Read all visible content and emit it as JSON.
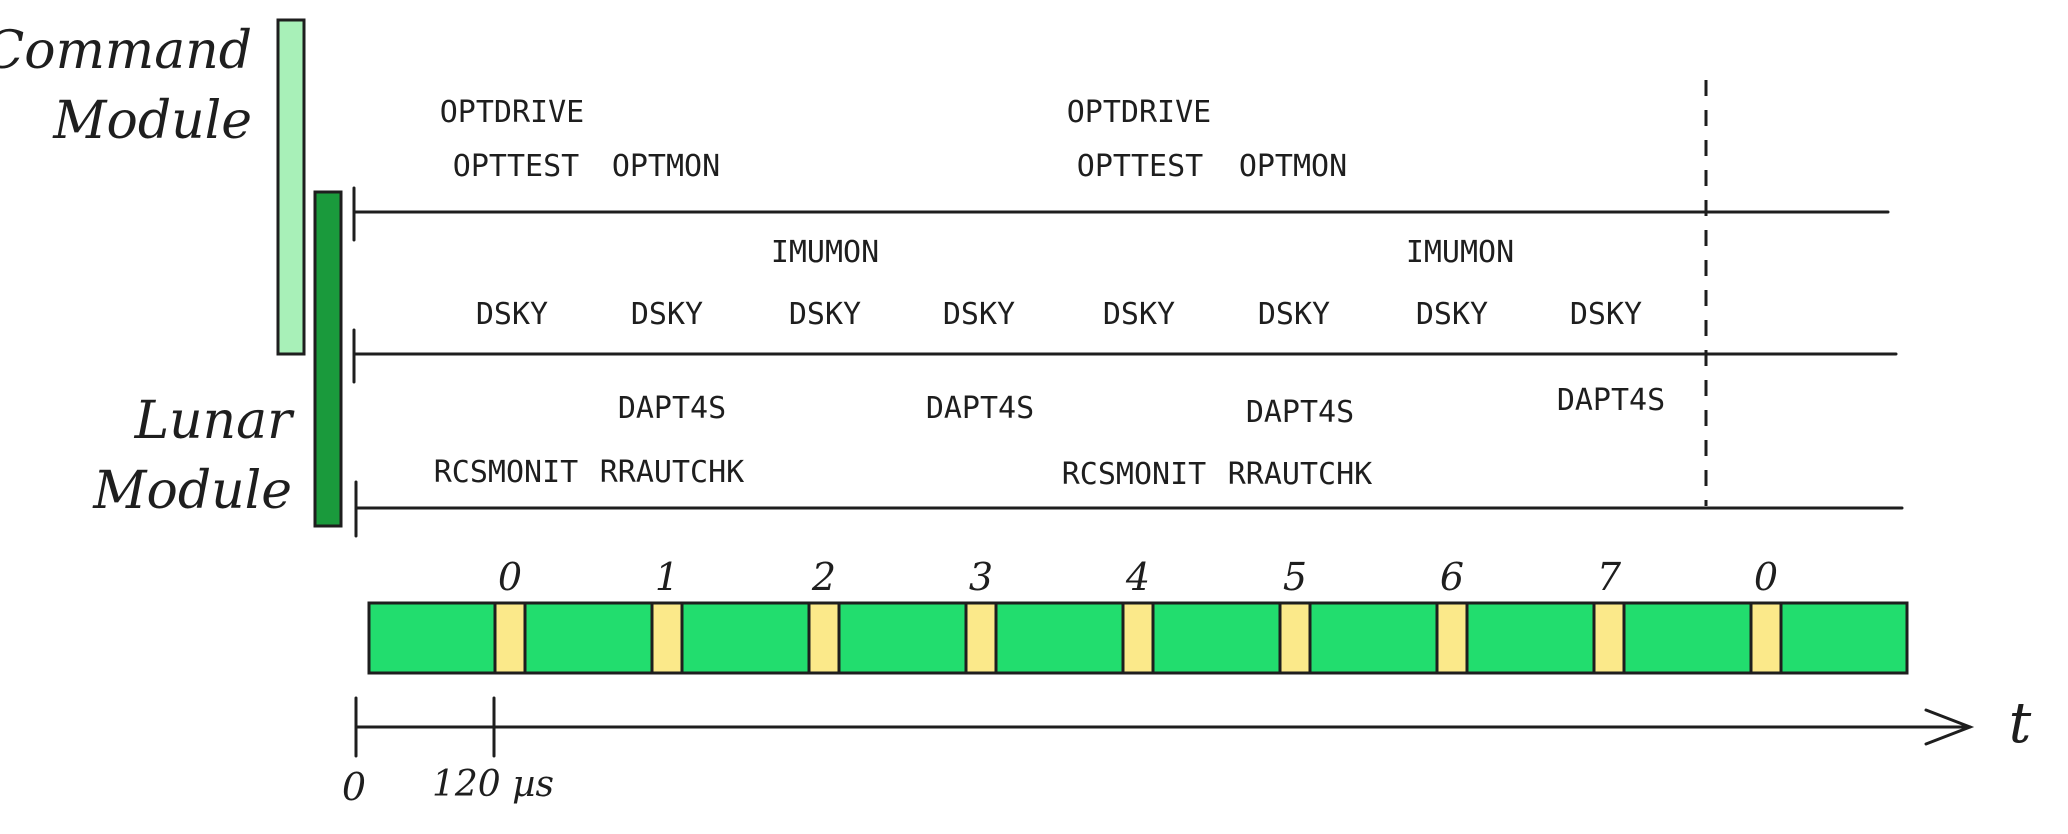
{
  "labels": {
    "command_module": [
      "Command",
      "Module"
    ],
    "lunar_module": [
      "Lunar",
      "Module"
    ]
  },
  "colors": {
    "command_module_bar": "#a8f0b8",
    "lunar_module_bar": "#1a9a3c",
    "slot_green": "#22dd6e",
    "slot_yellow": "#fbe98a",
    "stroke": "#1e1e1e"
  },
  "tasks": {
    "optdrive": "OPTDRIVE",
    "opttest": "OPTTEST",
    "optmon": "OPTMON",
    "imumon": "IMUMON",
    "dsky": "DSKY",
    "dapt4s": "DAPT4S",
    "rcsmonit": "RCSMONIT",
    "rrautchk": "RRAUTCHK"
  },
  "slots": [
    "0",
    "1",
    "2",
    "3",
    "4",
    "5",
    "6",
    "7",
    "0"
  ],
  "axis": {
    "origin_label": "0",
    "tick_label": "120 µs",
    "time_label": "t"
  }
}
